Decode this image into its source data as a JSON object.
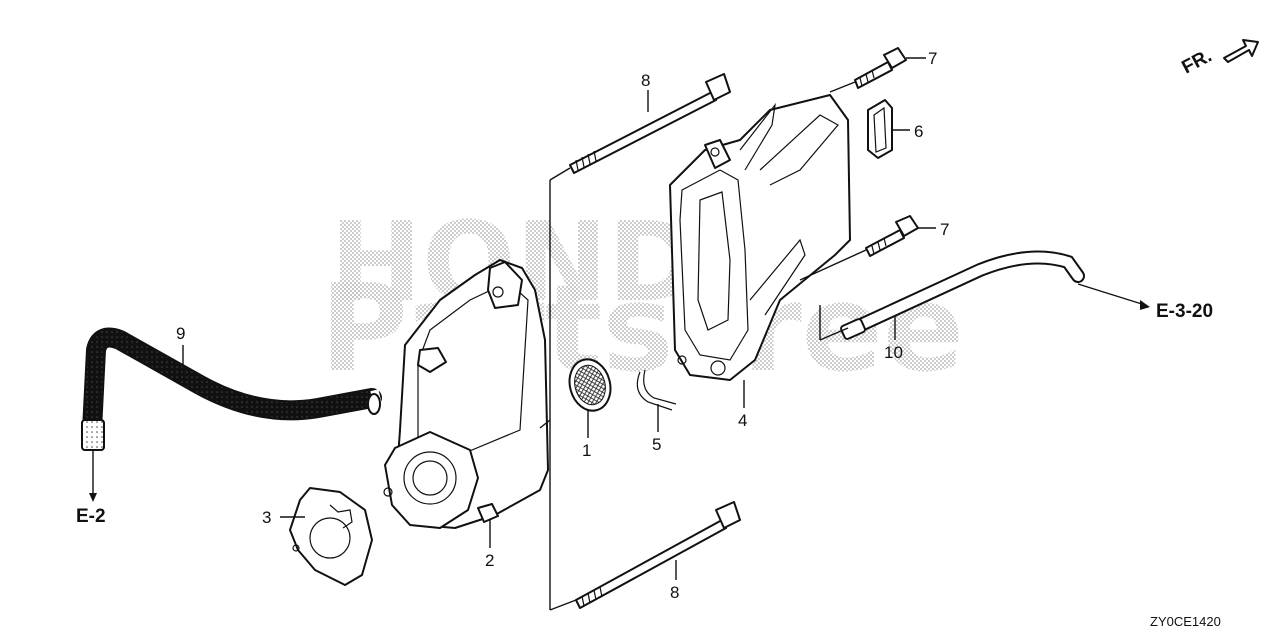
{
  "diagram_code": "ZY0CE1420",
  "front_marker": "FR.",
  "watermark": {
    "line1": "HONDA",
    "line2": "PartsTree"
  },
  "refs": {
    "e2": "E-2",
    "e320": "E-3-20"
  },
  "callouts": {
    "c1": "1",
    "c2": "2",
    "c3": "3",
    "c4": "4",
    "c5": "5",
    "c6": "6",
    "c7a": "7",
    "c7b": "7",
    "c8a": "8",
    "c8b": "8",
    "c9": "9",
    "c10": "10"
  }
}
